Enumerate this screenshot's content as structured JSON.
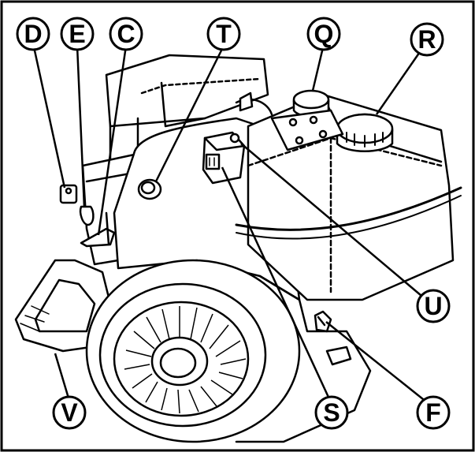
{
  "callouts": [
    {
      "id": "D",
      "label": "D"
    },
    {
      "id": "E",
      "label": "E"
    },
    {
      "id": "C",
      "label": "C"
    },
    {
      "id": "T",
      "label": "T"
    },
    {
      "id": "Q",
      "label": "Q"
    },
    {
      "id": "R",
      "label": "R"
    },
    {
      "id": "U",
      "label": "U"
    },
    {
      "id": "F",
      "label": "F"
    },
    {
      "id": "S",
      "label": "S"
    },
    {
      "id": "V",
      "label": "V"
    }
  ],
  "colors": {
    "ink": "#000000",
    "paper": "#ffffff"
  }
}
